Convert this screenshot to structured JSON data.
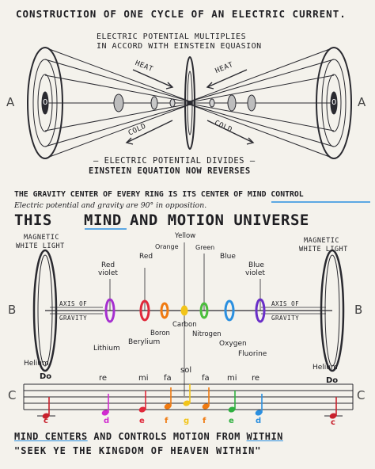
{
  "title": "CONSTRUCTION OF ONE CYCLE OF AN ELECTRIC CURRENT.",
  "top": {
    "line1": "ELECTRIC POTENTIAL MULTIPLIES",
    "line2": "IN ACCORD WITH EINSTEIN EQUASION",
    "heat_left": "HEAT",
    "heat_right": "HEAT",
    "cold_left": "COLD",
    "cold_right": "COLD",
    "label_a_left": "A",
    "label_a_right": "A",
    "inner_a_left": "0",
    "inner_a_right": "0",
    "bottom1": "— ELECTRIC POTENTIAL DIVIDES —",
    "bottom2": "EINSTEIN EQUATION NOW REVERSES"
  },
  "middle": {
    "gravity_line": "THE GRAVITY CENTER OF EVERY RING IS ITS CENTER OF MIND CONTROL",
    "electric_line": "Electric potential and gravity are 90° in opposition.",
    "big_heading_1": "THIS",
    "big_heading_2": "MIND",
    "big_heading_3": "AND MOTION UNIVERSE"
  },
  "spectrum": {
    "magnetic_left_1": "MAGNETIC",
    "magnetic_left_2": "WHITE LIGHT",
    "magnetic_right_1": "MAGNETIC",
    "magnetic_right_2": "WHITE LIGHT",
    "yellow": "Yellow",
    "orange": "Orange",
    "green": "Green",
    "red": "Red",
    "blue": "Blue",
    "red_violet_1": "Red",
    "red_violet_2": "violet",
    "blue_violet_1": "Blue",
    "blue_violet_2": "violet",
    "b_left": "B",
    "b_right": "B",
    "axis_left_1": "AXIS OF",
    "axis_left_2": "GRAVITY",
    "axis_right_1": "AXIS OF",
    "axis_right_2": "GRAVITY",
    "carbon": "Carbon",
    "boron": "Boron",
    "nitrogen": "Nitrogen",
    "berylium": "Berylium",
    "oxygen": "Oxygen",
    "lithium": "Lithium",
    "fluorine": "Fluorine",
    "helium_left": "Helium",
    "helium_right": "Helium",
    "ring_colors": [
      "#a62fd0",
      "#e0283a",
      "#f07a10",
      "#f2c419",
      "#4bbf3c",
      "#2a8fe0",
      "#6a2fc8"
    ]
  },
  "music": {
    "c_left": "C",
    "c_right": "C",
    "solfege": [
      "Do",
      "re",
      "mi",
      "fa",
      "sol",
      "fa",
      "mi",
      "re",
      "Do"
    ],
    "notes": [
      "c",
      "d",
      "e",
      "f",
      "g",
      "f",
      "e",
      "d",
      "c"
    ],
    "note_colors": [
      "#c8202c",
      "#d12ad0",
      "#e0283a",
      "#f07a10",
      "#f2c419",
      "#f07a10",
      "#2fb040",
      "#2a8fe0",
      "#c8202c"
    ]
  },
  "footer": {
    "line1_a": "MIND CENTERS",
    "line1_b": " AND CONTROLS MOTION FROM ",
    "line1_c": "WITHIN",
    "line2": "\"SEEK YE THE KINGDOM OF HEAVEN WITHIN\""
  }
}
